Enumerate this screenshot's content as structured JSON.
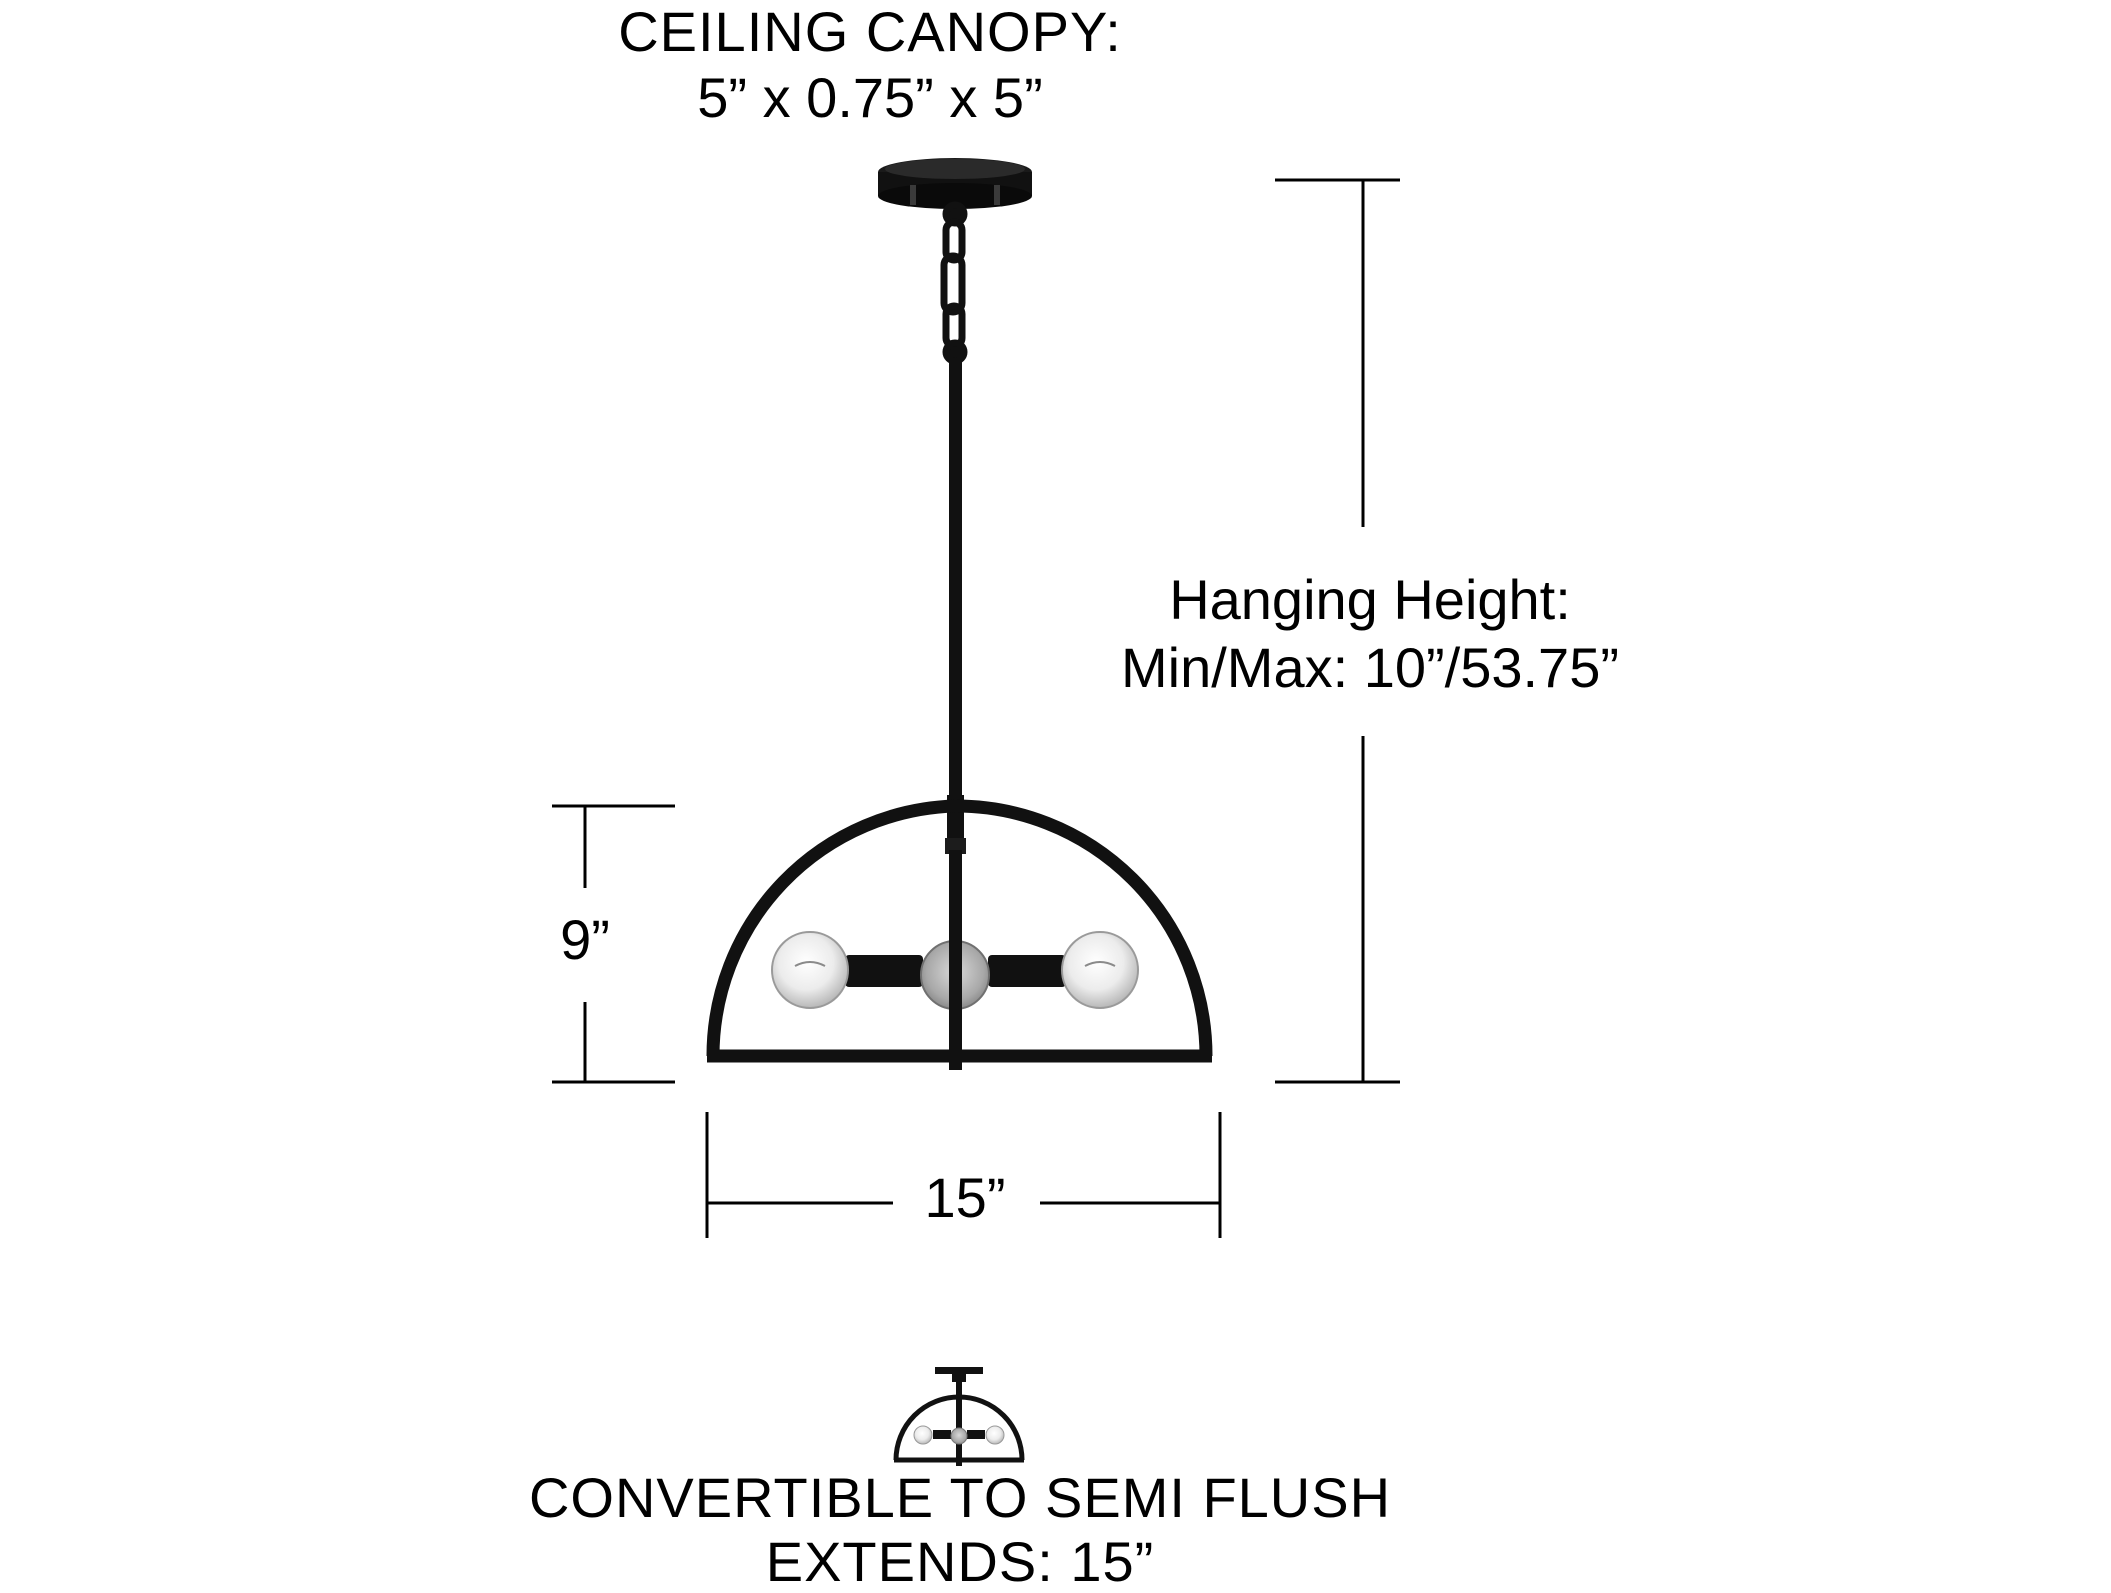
{
  "canopy": {
    "label": "CEILING CANOPY:",
    "dimensions": "5” x 0.75” x 5”"
  },
  "hanging_height": {
    "label": "Hanging Height:",
    "value": "Min/Max: 10”/53.75”"
  },
  "fixture_height": {
    "value": "9”"
  },
  "fixture_width": {
    "value": "15”"
  },
  "semi_flush": {
    "label": "CONVERTIBLE TO SEMI FLUSH",
    "extends": "EXTENDS: 15”"
  },
  "colors": {
    "line": "#000000",
    "fixture": "#111111",
    "bulb": "#e6e6e6",
    "background": "#ffffff"
  }
}
